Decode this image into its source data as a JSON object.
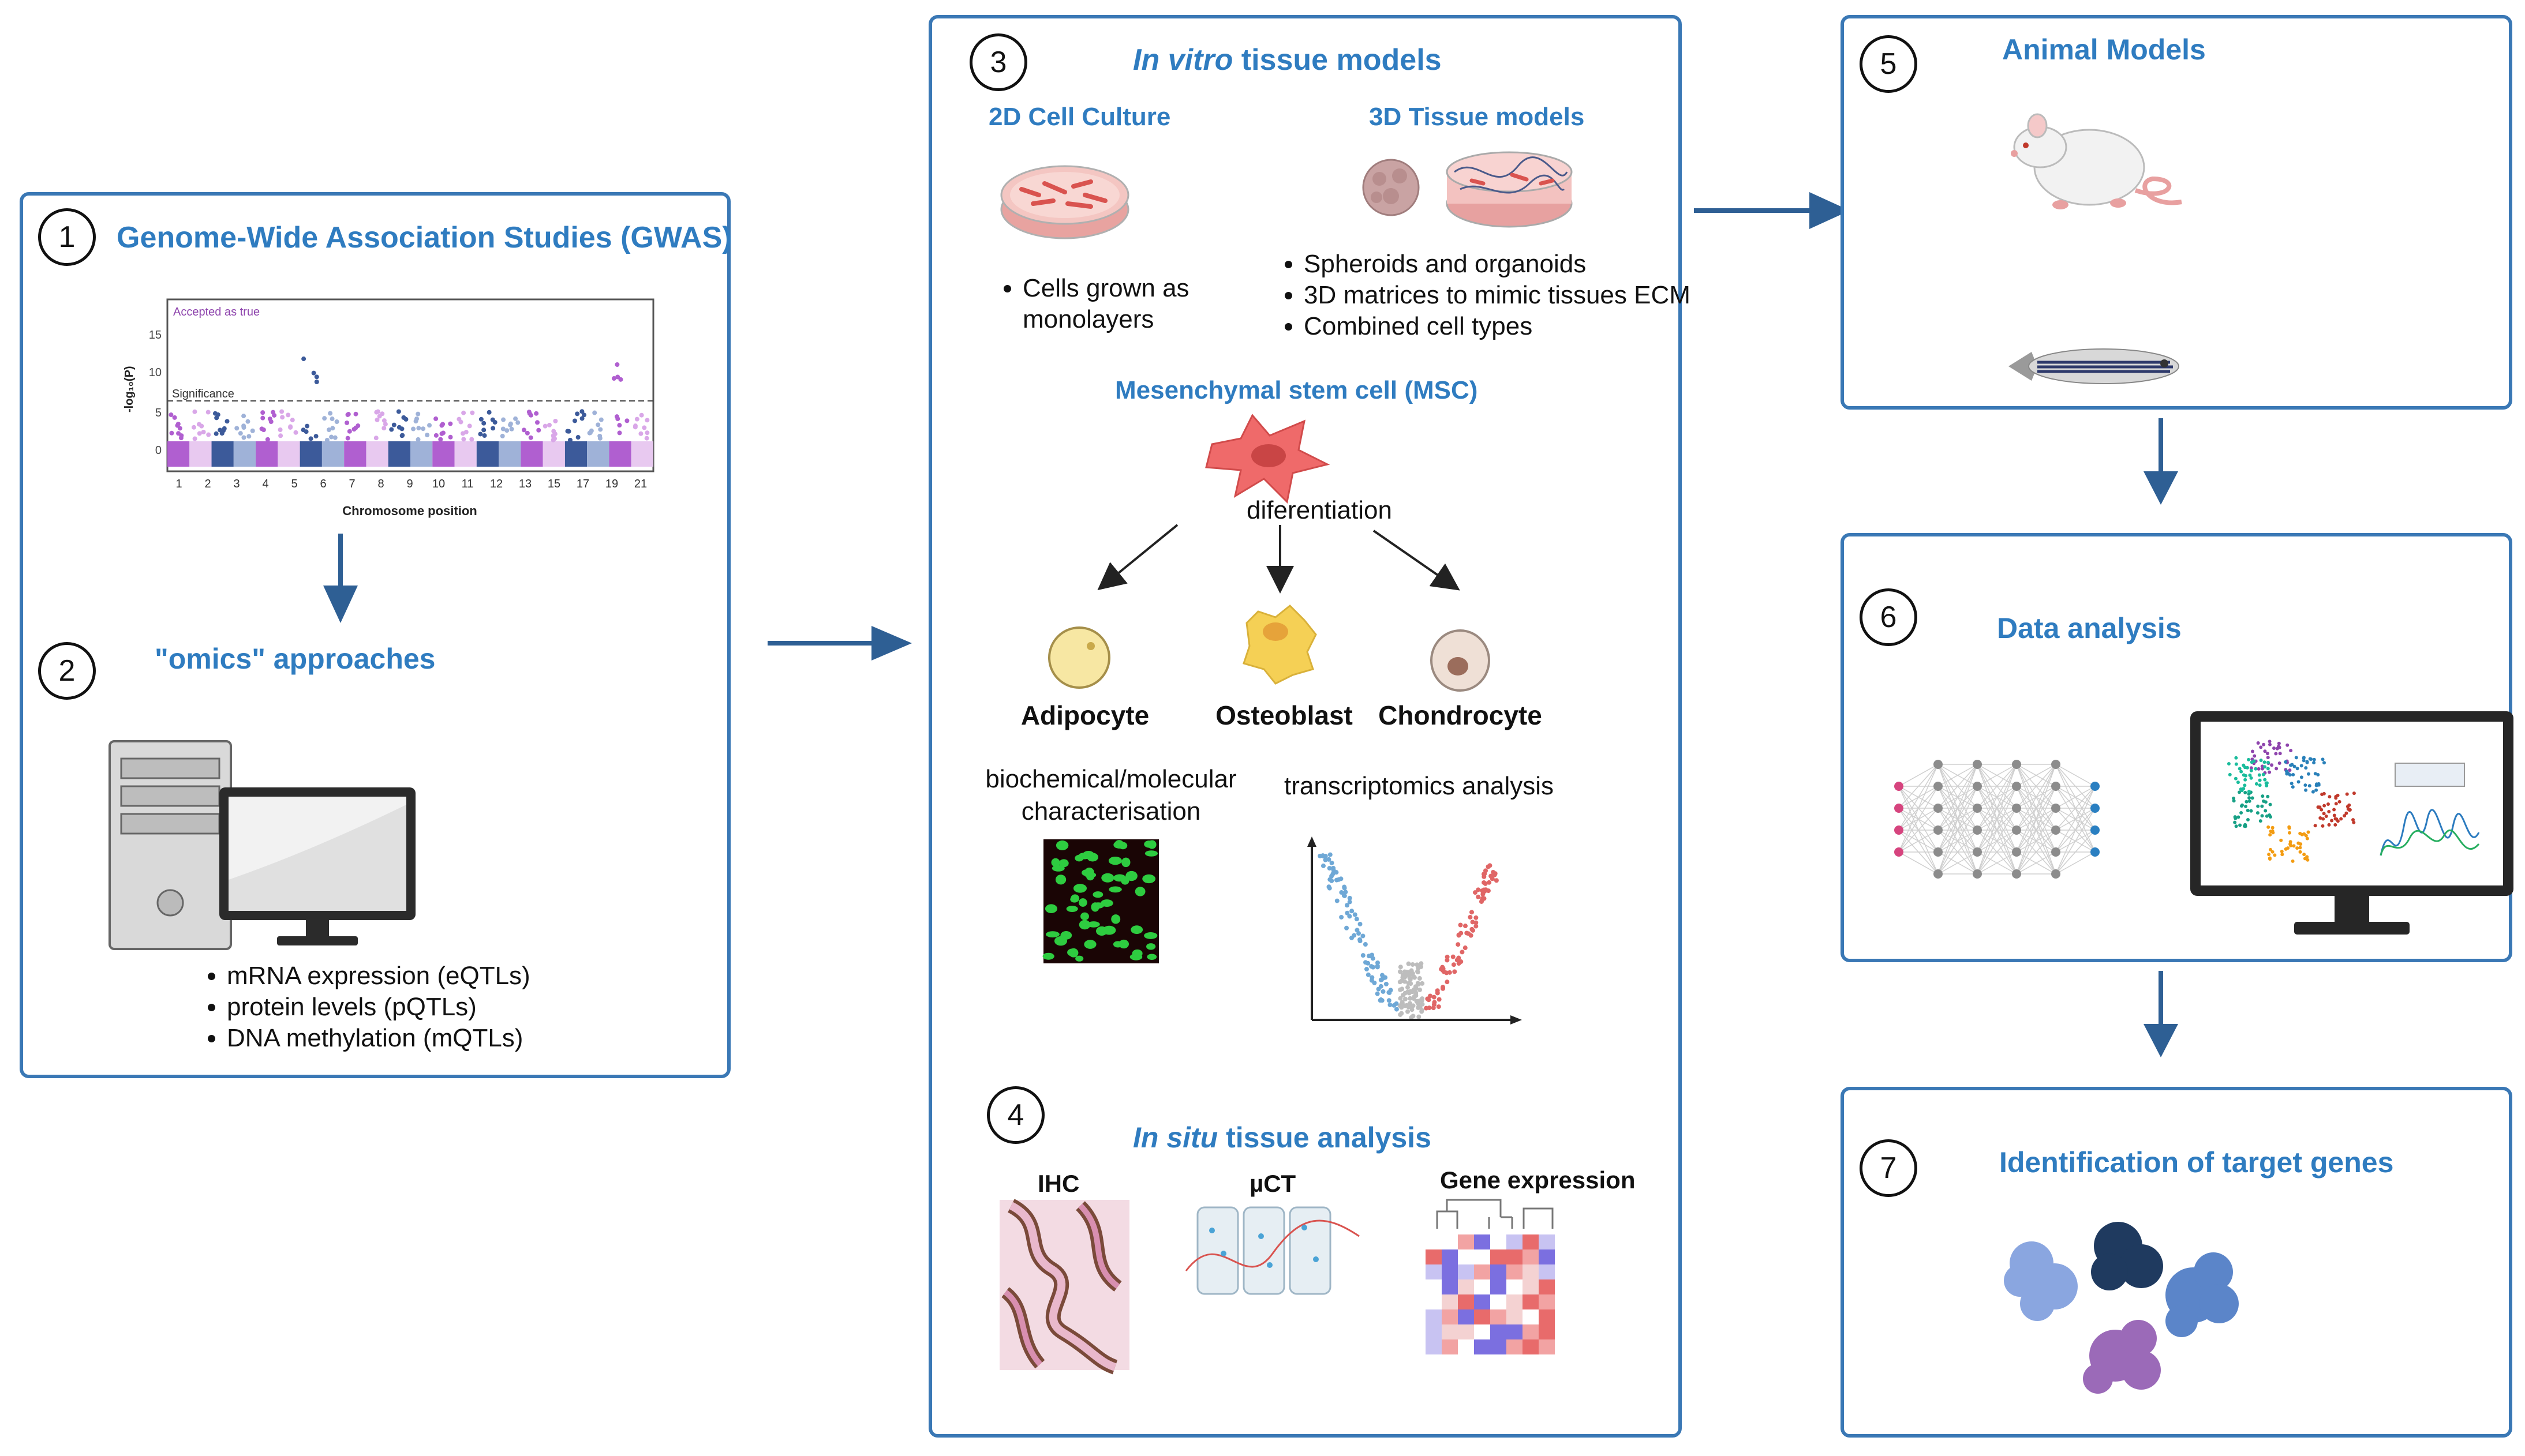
{
  "colors": {
    "panel_border": "#3a78b5",
    "title_blue": "#2f7cc0",
    "arrow_blue": "#2e5f94"
  },
  "panel1": {
    "number": "1",
    "title": "Genome-Wide Association Studies (GWAS)",
    "manhattan": {
      "legend": "Accepted as true",
      "significance_label": "Significance",
      "ylabel": "-log₁₀(P)",
      "xlabel": "Chromosome position",
      "yticks": [
        "15",
        "10",
        "5",
        "0"
      ],
      "xticks": [
        "1",
        "2",
        "3",
        "4",
        "5",
        "6",
        "7",
        "8",
        "9",
        "10",
        "11",
        "12",
        "13",
        "15",
        "17",
        "19",
        "21"
      ]
    }
  },
  "panel2": {
    "number": "2",
    "title": "\"omics\" approaches",
    "bullets": [
      "mRNA expression   (eQTLs)",
      "protein levels (pQTLs)",
      "DNA methylation (mQTLs)"
    ],
    "icons": [
      "desktop-tower-icon",
      "monitor-icon"
    ]
  },
  "panel3": {
    "number": "3",
    "title_italic": "In vitro",
    "title_rest": " tissue models",
    "culture2d": {
      "title": "2D Cell Culture",
      "bullets": [
        "Cells grown as monolayers"
      ]
    },
    "culture3d": {
      "title": "3D Tissue models",
      "bullets": [
        "Spheroids and organoids",
        "3D matrices to mimic tissues ECM",
        "Combined cell types"
      ]
    },
    "msc_title": "Mesenchymal stem cell (MSC)",
    "differentiation": "diferentiation",
    "cells": [
      "Adipocyte",
      "Osteoblast",
      "Chondrocyte"
    ],
    "biochem": "biochemical/molecular characterisation",
    "transcriptomics": "transcriptomics analysis"
  },
  "panel4": {
    "number": "4",
    "title_italic": "In situ",
    "title_rest": "  tissue analysis",
    "labels": [
      "IHC",
      "µCT",
      "Gene expression"
    ]
  },
  "panel5": {
    "number": "5",
    "title": "Animal Models",
    "icons": [
      "rat-icon",
      "zebrafish-icon"
    ]
  },
  "panel6": {
    "number": "6",
    "title": "Data analysis",
    "icons": [
      "neural-network-icon",
      "analysis-monitor-icon"
    ]
  },
  "panel7": {
    "number": "7",
    "title": "Identification of target genes",
    "icons": [
      "protein-structures-icon"
    ]
  }
}
